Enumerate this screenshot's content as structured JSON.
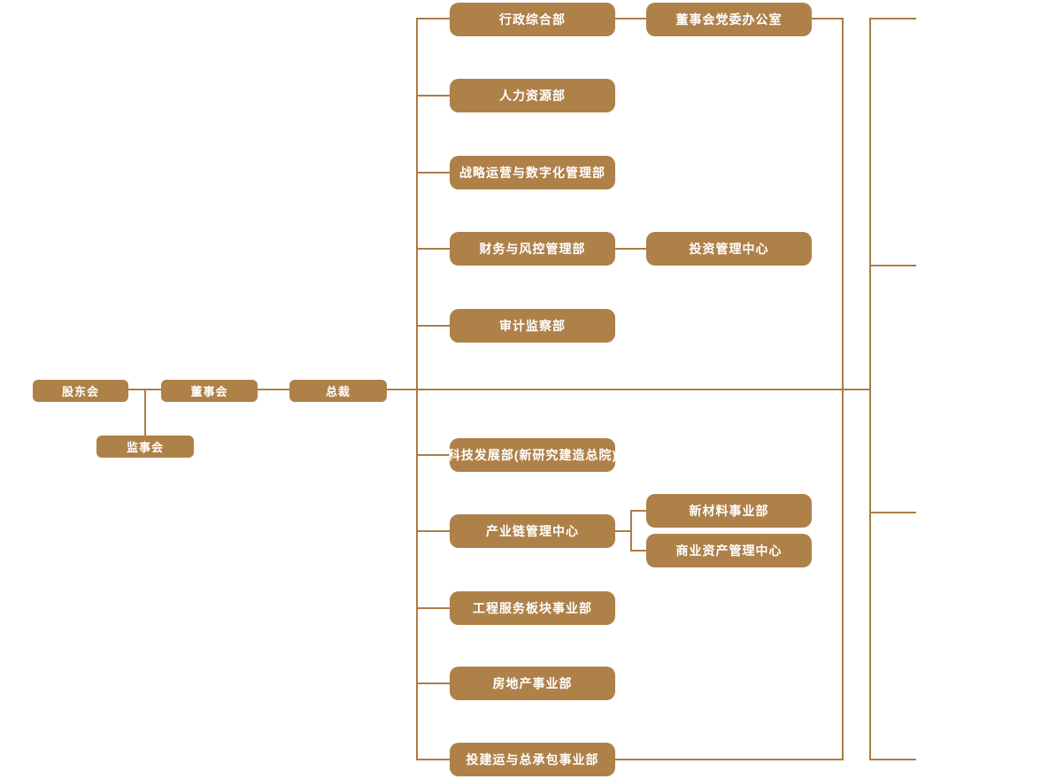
{
  "palette": {
    "node_fill": "#ae8149",
    "line_color": "#ab7d45",
    "node_text": "#ffffff",
    "background": "#ffffff"
  },
  "nodes": {
    "shareholders": {
      "label": "股东会"
    },
    "supervisory": {
      "label": "监事会"
    },
    "board": {
      "label": "董事会"
    },
    "president": {
      "label": "总裁"
    },
    "admin": {
      "label": "行政综合部"
    },
    "party_office": {
      "label": "董事会党委办公室"
    },
    "hr": {
      "label": "人力资源部"
    },
    "strategy": {
      "label": "战略运营与数字化管理部"
    },
    "finance": {
      "label": "财务与风控管理部"
    },
    "investment_center": {
      "label": "投资管理中心"
    },
    "audit": {
      "label": "审计监察部"
    },
    "tech": {
      "label": "科技发展部(新研究建造总院)"
    },
    "industry_chain": {
      "label": "产业链管理中心"
    },
    "new_materials": {
      "label": "新材料事业部"
    },
    "commercial_assets": {
      "label": "商业资产管理中心"
    },
    "engineering": {
      "label": "工程服务板块事业部"
    },
    "real_estate": {
      "label": "房地产事业部"
    },
    "investment_epc": {
      "label": "投建运与总承包事业部"
    }
  },
  "edges": [
    [
      "股东会",
      "董事会"
    ],
    [
      "股东会",
      "监事会"
    ],
    [
      "董事会",
      "总裁"
    ],
    [
      "总裁",
      "行政综合部"
    ],
    [
      "总裁",
      "人力资源部"
    ],
    [
      "总裁",
      "战略运营与数字化管理部"
    ],
    [
      "总裁",
      "财务与风控管理部"
    ],
    [
      "总裁",
      "审计监察部"
    ],
    [
      "总裁",
      "科技发展部(新研究建造总院)"
    ],
    [
      "总裁",
      "产业链管理中心"
    ],
    [
      "总裁",
      "工程服务板块事业部"
    ],
    [
      "总裁",
      "房地产事业部"
    ],
    [
      "总裁",
      "投建运与总承包事业部"
    ],
    [
      "行政综合部",
      "董事会党委办公室"
    ],
    [
      "财务与风控管理部",
      "投资管理中心"
    ],
    [
      "产业链管理中心",
      "新材料事业部"
    ],
    [
      "产业链管理中心",
      "商业资产管理中心"
    ]
  ]
}
